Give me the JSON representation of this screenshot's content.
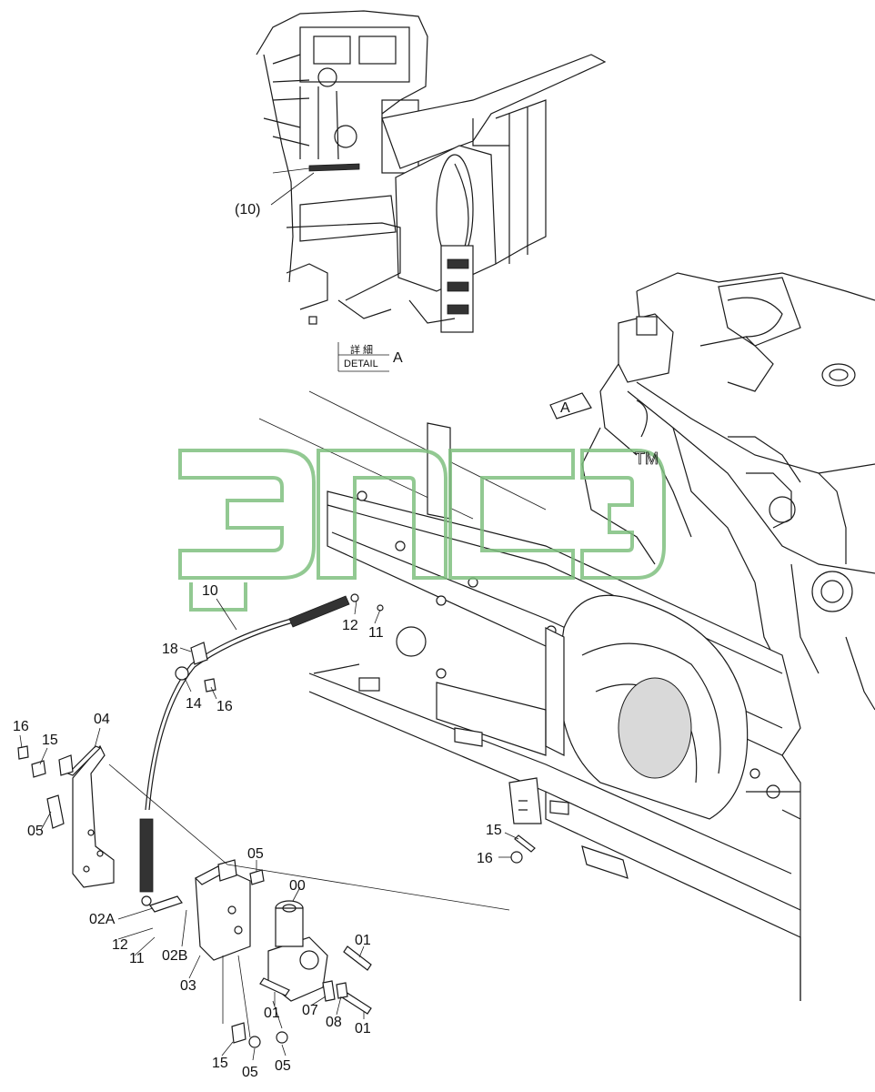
{
  "detail": {
    "kanji": "詳 細",
    "word": "DETAIL",
    "letter": "A",
    "ref_label": "(10)"
  },
  "view_marker": "A",
  "watermark": {
    "tm": "TM"
  },
  "callouts": [
    {
      "id": "c10",
      "text": "10"
    },
    {
      "id": "c18",
      "text": "18"
    },
    {
      "id": "c12a",
      "text": "12"
    },
    {
      "id": "c11a",
      "text": "11"
    },
    {
      "id": "c14",
      "text": "14"
    },
    {
      "id": "c16a",
      "text": "16"
    },
    {
      "id": "c16b",
      "text": "16"
    },
    {
      "id": "c15a",
      "text": "15"
    },
    {
      "id": "c04",
      "text": "04"
    },
    {
      "id": "c05a",
      "text": "05"
    },
    {
      "id": "c05b",
      "text": "05"
    },
    {
      "id": "c00",
      "text": "00"
    },
    {
      "id": "c02A",
      "text": "02A"
    },
    {
      "id": "c12b",
      "text": "12"
    },
    {
      "id": "c11b",
      "text": "11"
    },
    {
      "id": "c02B",
      "text": "02B"
    },
    {
      "id": "c03",
      "text": "03"
    },
    {
      "id": "c01a",
      "text": "01"
    },
    {
      "id": "c01b",
      "text": "01"
    },
    {
      "id": "c07",
      "text": "07"
    },
    {
      "id": "c08",
      "text": "08"
    },
    {
      "id": "c01c",
      "text": "01"
    },
    {
      "id": "c15b",
      "text": "15"
    },
    {
      "id": "c05c",
      "text": "05"
    },
    {
      "id": "c05d",
      "text": "05"
    },
    {
      "id": "c15c",
      "text": "15"
    },
    {
      "id": "c16c",
      "text": "16"
    }
  ],
  "colors": {
    "line": "#1a1a1a",
    "watermark": "#7fbf7f",
    "background": "#ffffff"
  }
}
